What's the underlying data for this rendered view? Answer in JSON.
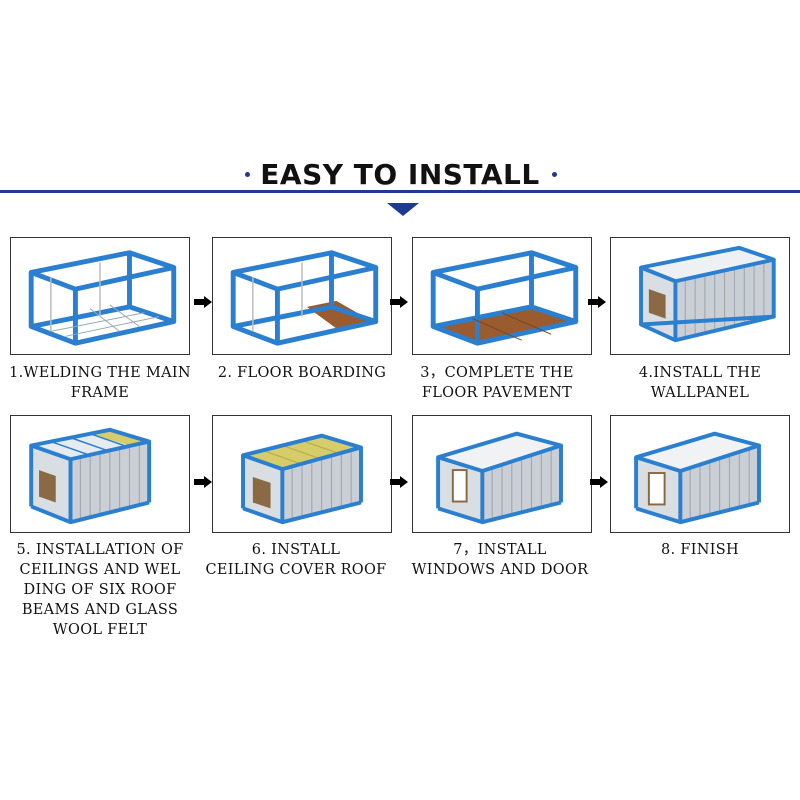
{
  "header": {
    "title": "EASY TO INSTALL"
  },
  "steps": [
    {
      "caption": "1.WELDING THE MAIN\nFRAME",
      "icon": "container-frame-icon"
    },
    {
      "caption": "2. FLOOR BOARDING",
      "icon": "floor-boarding-icon"
    },
    {
      "caption": "3，COMPLETE THE\nFLOOR PAVEMENT",
      "icon": "floor-pavement-icon"
    },
    {
      "caption": "4.INSTALL THE\nWALLPANEL",
      "icon": "wallpanel-icon"
    },
    {
      "caption": "5. INSTALLATION OF\nCEILINGS AND WEL\nDING OF SIX ROOF\nBEAMS AND GLASS\nWOOL FELT",
      "icon": "ceiling-beams-icon"
    },
    {
      "caption": "6. INSTALL\nCEILING COVER ROOF",
      "icon": "cover-roof-icon"
    },
    {
      "caption": "7，INSTALL\nWINDOWS AND DOOR",
      "icon": "windows-door-icon"
    },
    {
      "caption": "8. FINISH",
      "icon": "finished-container-icon"
    }
  ],
  "colors": {
    "frame": "#2a7fd0",
    "accent": "#1f3a93",
    "floor": "#9a5c2e",
    "panel": "#d9dee3",
    "insulation": "#d6cc6a"
  }
}
